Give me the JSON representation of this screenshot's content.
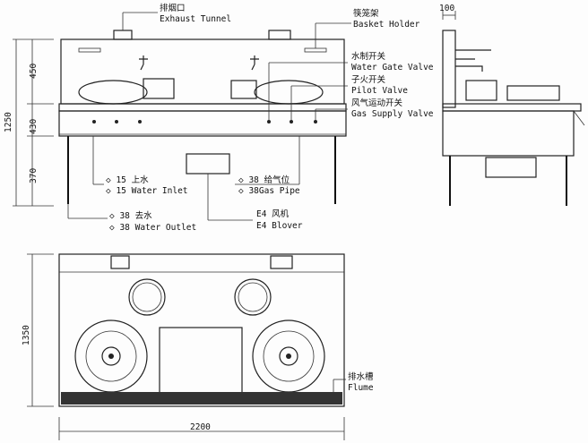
{
  "labels": {
    "exhaust_zh": "排烟口",
    "exhaust_en": "Exhaust Tunnel",
    "basket_zh": "筷笼架",
    "basket_en": "Basket Holder",
    "water_gate_zh": "水制开关",
    "water_gate_en": "Water Gate Valve",
    "pilot_zh": "子火开关",
    "pilot_en": "Pilot Valve",
    "gas_zh": "风气运动开关",
    "gas_en": "Gas Supply Valve",
    "water_inlet_zh": "◇ 15 上水",
    "water_inlet_en": "◇ 15 Water Inlet",
    "water_outlet_zh": "◇ 38 去水",
    "water_outlet_en": "◇ 38 Water Outlet",
    "gas_pipe_zh": "◇ 38 给气位",
    "gas_pipe_en": "◇ 38Gas Pipe",
    "blower_zh": "E4 风机",
    "blower_en": "E4 Blover",
    "flume_zh": "排水槽",
    "flume_en": "Flume"
  },
  "dimensions": {
    "total_height": "1250",
    "upper": "450",
    "middle": "430",
    "lower": "370",
    "side_depth": "100",
    "plan_depth": "1350",
    "plan_width": "2200"
  }
}
